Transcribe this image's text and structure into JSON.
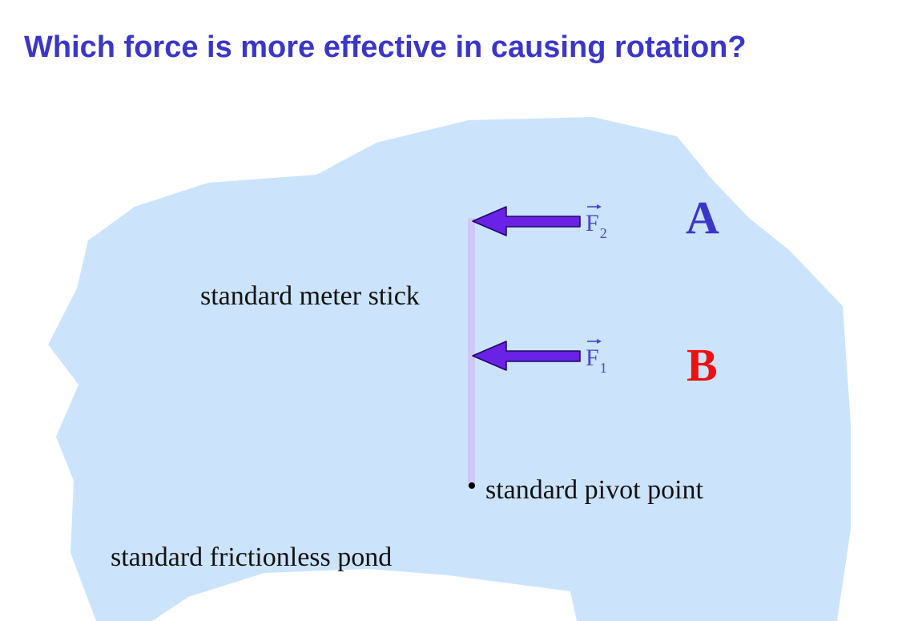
{
  "title": "Which force is more effective in causing rotation?",
  "labels": {
    "stick": "standard meter stick",
    "pivot": "standard pivot point",
    "pond": "standard frictionless pond"
  },
  "forces": [
    {
      "symbol": "F",
      "subscript": "2",
      "letter": "A",
      "letter_color": "#3a36c8"
    },
    {
      "symbol": "F",
      "subscript": "1",
      "letter": "B",
      "letter_color": "#ee1111"
    }
  ],
  "colors": {
    "pond": "#cce4fb",
    "stick": "#cfc8f4",
    "arrow_fill": "#6a22e6",
    "arrow_edge": "#1a0a60",
    "vector_text": "#4a44cc"
  }
}
